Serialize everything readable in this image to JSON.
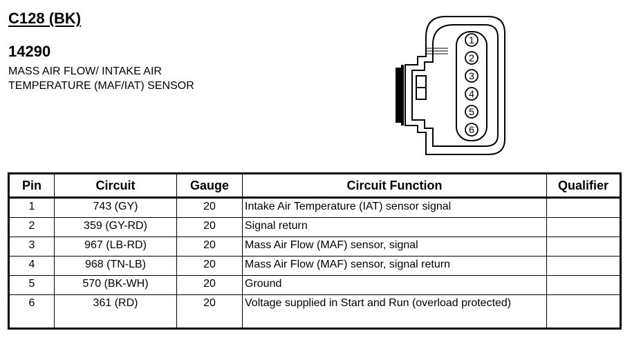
{
  "header": {
    "connector_id": "C128 (BK)",
    "part_number": "14290",
    "description_line1": "MASS AIR FLOW/ INTAKE AIR",
    "description_line2": "TEMPERATURE (MAF/IAT) SENSOR"
  },
  "connector": {
    "pins": [
      "1",
      "2",
      "3",
      "4",
      "5",
      "6"
    ]
  },
  "table": {
    "headers": {
      "pin": "Pin",
      "circuit": "Circuit",
      "gauge": "Gauge",
      "function": "Circuit Function",
      "qualifier": "Qualifier"
    },
    "rows": [
      {
        "pin": "1",
        "circuit": "743 (GY)",
        "gauge": "20",
        "function": "Intake Air Temperature (IAT) sensor signal",
        "qualifier": ""
      },
      {
        "pin": "2",
        "circuit": "359 (GY-RD)",
        "gauge": "20",
        "function": "Signal return",
        "qualifier": ""
      },
      {
        "pin": "3",
        "circuit": "967 (LB-RD)",
        "gauge": "20",
        "function": "Mass Air Flow (MAF) sensor, signal",
        "qualifier": ""
      },
      {
        "pin": "4",
        "circuit": "968 (TN-LB)",
        "gauge": "20",
        "function": "Mass Air Flow (MAF) sensor, signal return",
        "qualifier": ""
      },
      {
        "pin": "5",
        "circuit": "570 (BK-WH)",
        "gauge": "20",
        "function": "Ground",
        "qualifier": ""
      },
      {
        "pin": "6",
        "circuit": "361 (RD)",
        "gauge": "20",
        "function": "Voltage supplied in Start and Run (overload protected)",
        "qualifier": ""
      }
    ]
  }
}
